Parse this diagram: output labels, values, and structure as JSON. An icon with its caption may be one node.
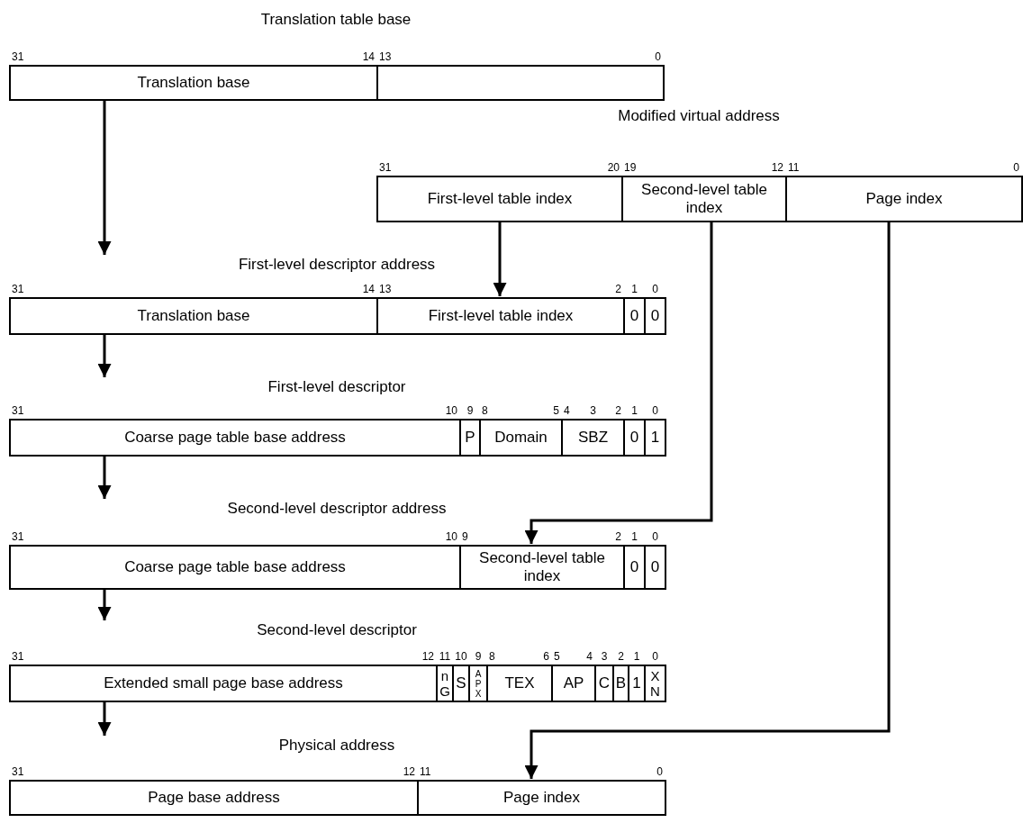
{
  "diagram": {
    "nodes": [
      {
        "text": [
          "Translation table base"
        ]
      },
      {
        "text": [
          "Translation base"
        ],
        "in": 0,
        "beside": [
          "31",
          "14"
        ]
      },
      {
        "text": [],
        "shape": "box",
        "in": 0,
        "beside": [
          "13",
          "0"
        ]
      },
      {
        "text": [
          "Modified virtual address"
        ]
      },
      {
        "text": [
          "First-level table index"
        ],
        "in": 3,
        "beside": [
          "31",
          "20"
        ]
      },
      {
        "text": [
          "Second-level table index"
        ],
        "in": 3,
        "beside": [
          "19",
          "12"
        ]
      },
      {
        "text": [
          "Page index"
        ],
        "in": 3,
        "beside": [
          "11",
          "0"
        ]
      },
      {
        "text": [
          "First-level descriptor address"
        ]
      },
      {
        "text": [
          "Translation base"
        ],
        "in": 7,
        "beside": [
          "31",
          "14"
        ]
      },
      {
        "text": [
          "First-level table index"
        ],
        "in": 7,
        "beside": [
          "13",
          "2"
        ]
      },
      {
        "text": [
          "0"
        ],
        "in": 7,
        "beside": [
          "1"
        ]
      },
      {
        "text": [
          "0"
        ],
        "in": 7,
        "beside": [
          "0"
        ]
      },
      {
        "text": [
          "First-level descriptor"
        ]
      },
      {
        "text": [
          "Coarse page table base address"
        ],
        "in": 12,
        "beside": [
          "31",
          "10"
        ]
      },
      {
        "text": [
          "P"
        ],
        "in": 12,
        "beside": [
          "9"
        ]
      },
      {
        "text": [
          "Domain"
        ],
        "in": 12,
        "beside": [
          "8",
          "5"
        ]
      },
      {
        "text": [
          "SBZ"
        ],
        "in": 12,
        "beside": [
          "4",
          "3",
          "2"
        ]
      },
      {
        "text": [
          "0"
        ],
        "in": 12,
        "beside": [
          "1"
        ]
      },
      {
        "text": [
          "1"
        ],
        "in": 12,
        "beside": [
          "0"
        ]
      },
      {
        "text": [
          "Second-level descriptor address"
        ]
      },
      {
        "text": [
          "Coarse page table base address"
        ],
        "in": 19,
        "beside": [
          "31",
          "10"
        ]
      },
      {
        "text": [
          "Second-level table index"
        ],
        "in": 19,
        "beside": [
          "9",
          "2"
        ]
      },
      {
        "text": [
          "0"
        ],
        "in": 19,
        "beside": [
          "1"
        ]
      },
      {
        "text": [
          "0"
        ],
        "in": 19,
        "beside": [
          "0"
        ]
      },
      {
        "text": [
          "Second-level descriptor"
        ]
      },
      {
        "text": [
          "Extended small page base address"
        ],
        "in": 24,
        "beside": [
          "31",
          "12"
        ]
      },
      {
        "text": [
          "nG"
        ],
        "in": 24,
        "beside": [
          "11"
        ]
      },
      {
        "text": [
          "S"
        ],
        "in": 24,
        "beside": [
          "10"
        ]
      },
      {
        "text": [
          "APX"
        ],
        "in": 24,
        "beside": [
          "9"
        ]
      },
      {
        "text": [
          "TEX"
        ],
        "in": 24,
        "beside": [
          "8",
          "6"
        ]
      },
      {
        "text": [
          "AP"
        ],
        "in": 24,
        "beside": [
          "5",
          "4"
        ]
      },
      {
        "text": [
          "C"
        ],
        "in": 24,
        "beside": [
          "3"
        ]
      },
      {
        "text": [
          "B"
        ],
        "in": 24,
        "beside": [
          "2"
        ]
      },
      {
        "text": [
          "1"
        ],
        "in": 24,
        "beside": [
          "1"
        ]
      },
      {
        "text": [
          "XN"
        ],
        "in": 24,
        "beside": [
          "0"
        ]
      },
      {
        "text": [
          "Physical address"
        ]
      },
      {
        "text": [
          "Page base address"
        ],
        "in": 35,
        "beside": [
          "31",
          "12"
        ]
      },
      {
        "text": [
          "Page index"
        ],
        "in": 35,
        "beside": [
          "11",
          "0"
        ]
      }
    ],
    "edges": [
      {
        "from": 0,
        "to": 7,
        "arrow": "to"
      },
      {
        "from": 4,
        "to": 9,
        "arrow": "to"
      },
      {
        "from": 7,
        "to": 12,
        "arrow": "to"
      },
      {
        "from": 12,
        "to": 19,
        "arrow": "to"
      },
      {
        "from": 5,
        "to": 21,
        "arrow": "to"
      },
      {
        "from": 19,
        "to": 24,
        "arrow": "to"
      },
      {
        "from": 24,
        "to": 35,
        "arrow": "to"
      },
      {
        "from": 6,
        "to": 37,
        "arrow": "to"
      }
    ]
  }
}
